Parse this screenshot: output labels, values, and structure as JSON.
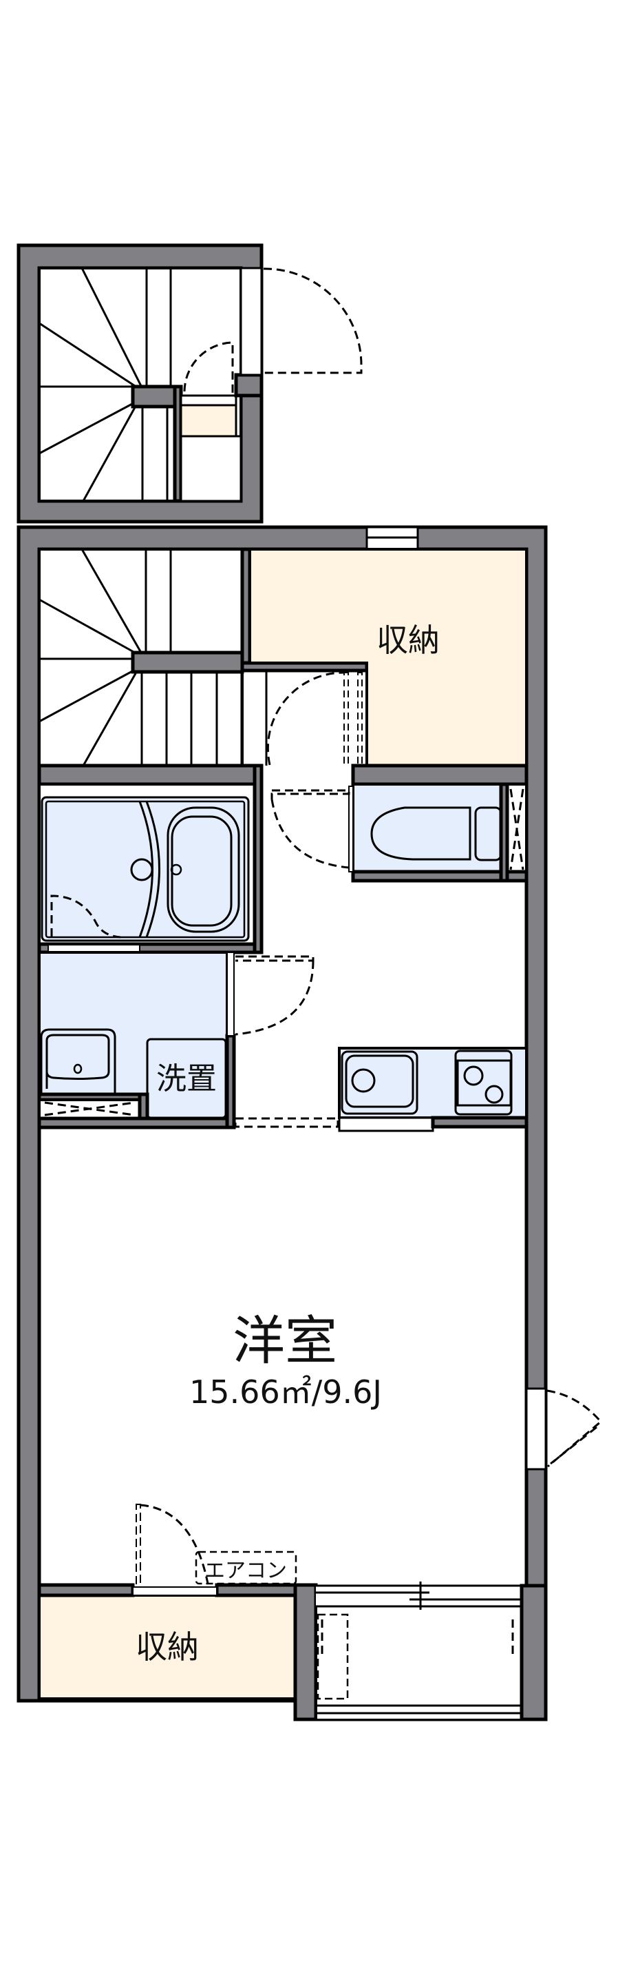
{
  "colors": {
    "wall": "#808085",
    "storage_fill": "#FFF4E2",
    "wet_area_fill": "#E4EEFD",
    "line": "#000000",
    "background": "#FFFFFF"
  },
  "rooms": {
    "storage_upper": {
      "label": "収納"
    },
    "storage_lower": {
      "label": "収納"
    },
    "washer_space": {
      "label": "洗置"
    },
    "western_room": {
      "label": "洋室",
      "area": "15.66㎡/9.6J"
    }
  },
  "fixtures": {
    "air_conditioner": {
      "label": "エアコン"
    },
    "unit_bath": "bathtub-icon",
    "toilet": "toilet-icon",
    "wash_basin": "washbasin-icon",
    "kitchen_sink": "sink-icon",
    "stove": "two-burner-stove-icon"
  },
  "floors": [
    {
      "name": "upper-floor-stairwell"
    },
    {
      "name": "main-floor"
    }
  ]
}
